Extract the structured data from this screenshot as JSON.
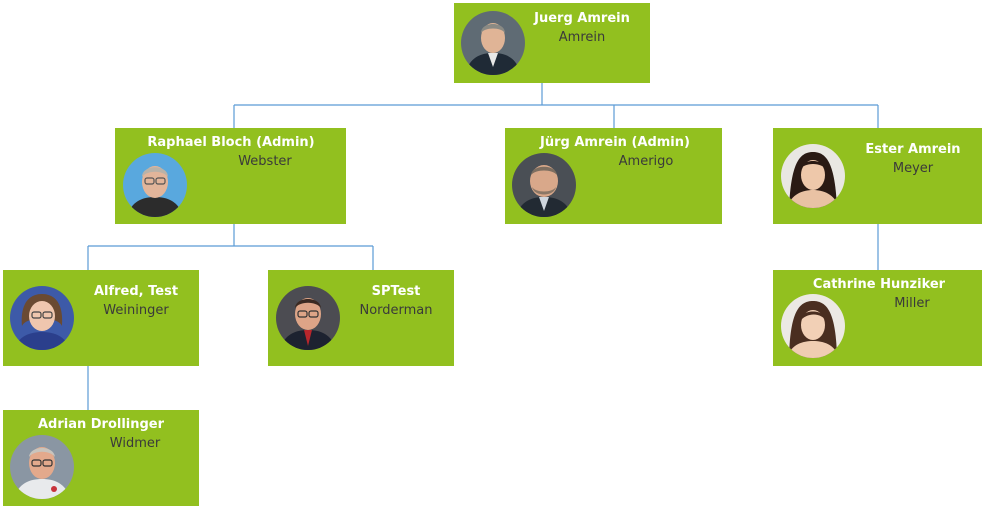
{
  "colors": {
    "node_fill": "#92c01f",
    "connector": "#5b9bd5",
    "name_text": "#ffffff",
    "title_text": "#3a3a3a"
  },
  "nodes": [
    {
      "name": "Juerg Amrein",
      "title": "Amrein"
    },
    {
      "name": "Raphael Bloch (Admin)",
      "title": "Webster"
    },
    {
      "name": "Jürg Amrein (Admin)",
      "title": "Amerigo"
    },
    {
      "name": "Ester Amrein",
      "title": "Meyer"
    },
    {
      "name": "Alfred, Test",
      "title": "Weininger"
    },
    {
      "name": "SPTest",
      "title": "Norderman"
    },
    {
      "name": "Cathrine Hunziker",
      "title": "Miller"
    },
    {
      "name": "Adrian Drollinger",
      "title": "Widmer"
    }
  ]
}
